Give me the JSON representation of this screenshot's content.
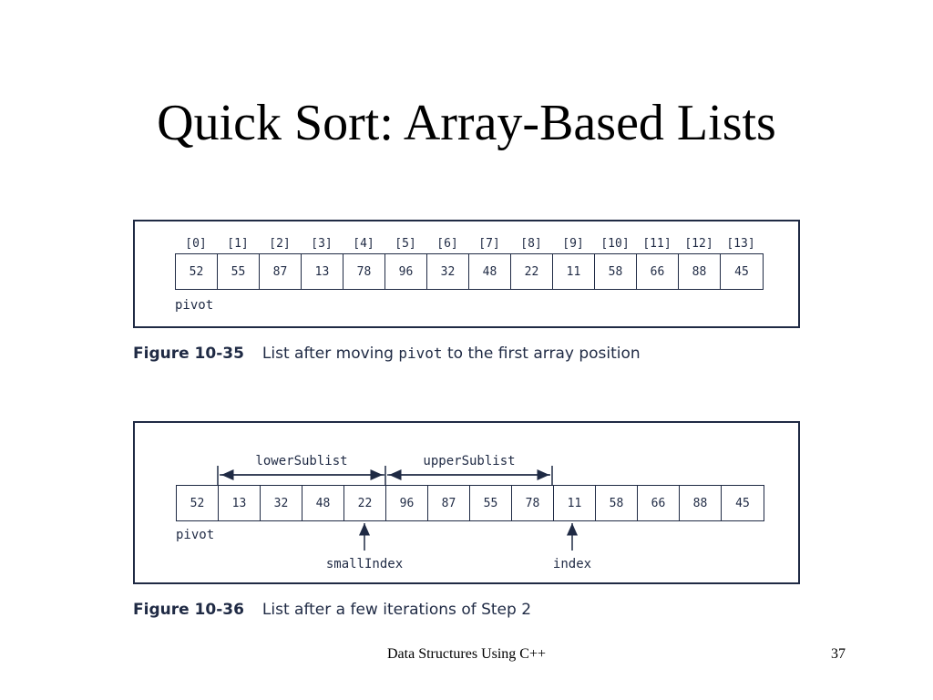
{
  "slide": {
    "title": "Quick Sort: Array-Based Lists",
    "footer_center": "Data Structures Using C++",
    "page_number": "37"
  },
  "figure1": {
    "indices": [
      "[0]",
      "[1]",
      "[2]",
      "[3]",
      "[4]",
      "[5]",
      "[6]",
      "[7]",
      "[8]",
      "[9]",
      "[10]",
      "[11]",
      "[12]",
      "[13]"
    ],
    "values": [
      "52",
      "55",
      "87",
      "13",
      "78",
      "96",
      "32",
      "48",
      "22",
      "11",
      "58",
      "66",
      "88",
      "45"
    ],
    "pivot_label": "pivot",
    "caption_label": "Figure 10-35",
    "caption_pre": "List after moving",
    "caption_code": "pivot",
    "caption_post": "to the first array position"
  },
  "figure2": {
    "values": [
      "52",
      "13",
      "32",
      "48",
      "22",
      "96",
      "87",
      "55",
      "78",
      "11",
      "58",
      "66",
      "88",
      "45"
    ],
    "pivot_label": "pivot",
    "lower_label": "lowerSublist",
    "upper_label": "upperSublist",
    "smallindex_label": "smallIndex",
    "index_label": "index",
    "caption_label": "Figure 10-36",
    "caption_text": "List after a few iterations of Step 2"
  },
  "colors": {
    "line": "#1f2a44"
  }
}
